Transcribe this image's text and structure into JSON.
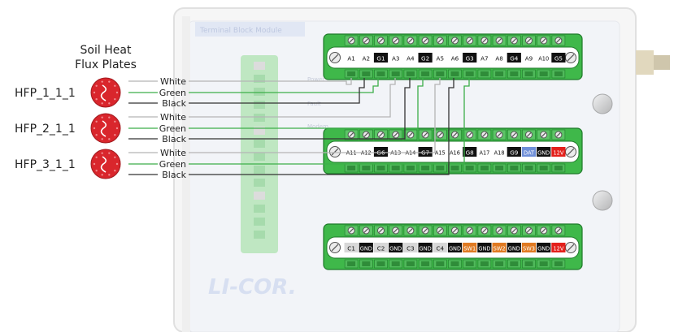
{
  "enclosure": {
    "header_text": "Terminal Block Module",
    "led_labels": [
      "Power",
      "Fault",
      "Modem"
    ],
    "brand": "LI-COR."
  },
  "sensors": {
    "title_line1": "Soil Heat",
    "title_line2": "Flux Plates",
    "plates": [
      {
        "name": "HFP_1_1_1",
        "wires": [
          "White",
          "Green",
          "Black"
        ]
      },
      {
        "name": "HFP_2_1_1",
        "wires": [
          "White",
          "Green",
          "Black"
        ]
      },
      {
        "name": "HFP_3_1_1",
        "wires": [
          "White",
          "Green",
          "Black"
        ]
      }
    ]
  },
  "terminals": {
    "block1": [
      {
        "label": "A1",
        "style": "white"
      },
      {
        "label": "A2",
        "style": "white"
      },
      {
        "label": "G1",
        "style": "black"
      },
      {
        "label": "A3",
        "style": "white"
      },
      {
        "label": "A4",
        "style": "white"
      },
      {
        "label": "G2",
        "style": "black"
      },
      {
        "label": "A5",
        "style": "white"
      },
      {
        "label": "A6",
        "style": "white"
      },
      {
        "label": "G3",
        "style": "black"
      },
      {
        "label": "A7",
        "style": "white"
      },
      {
        "label": "A8",
        "style": "white"
      },
      {
        "label": "G4",
        "style": "black"
      },
      {
        "label": "A9",
        "style": "white"
      },
      {
        "label": "A10",
        "style": "white"
      },
      {
        "label": "G5",
        "style": "black"
      }
    ],
    "block2": [
      {
        "label": "A11",
        "style": "white"
      },
      {
        "label": "A12",
        "style": "white"
      },
      {
        "label": "G6",
        "style": "black"
      },
      {
        "label": "A13",
        "style": "white"
      },
      {
        "label": "A14",
        "style": "white"
      },
      {
        "label": "G7",
        "style": "black"
      },
      {
        "label": "A15",
        "style": "white"
      },
      {
        "label": "A16",
        "style": "white"
      },
      {
        "label": "G8",
        "style": "black"
      },
      {
        "label": "A17",
        "style": "white"
      },
      {
        "label": "A18",
        "style": "white"
      },
      {
        "label": "G9",
        "style": "black"
      },
      {
        "label": "DAT",
        "style": "blue"
      },
      {
        "label": "GND",
        "style": "black"
      },
      {
        "label": "12V",
        "style": "red"
      }
    ],
    "block3": [
      {
        "label": "C1",
        "style": "gray"
      },
      {
        "label": "GND",
        "style": "black"
      },
      {
        "label": "C2",
        "style": "gray"
      },
      {
        "label": "GND",
        "style": "black"
      },
      {
        "label": "C3",
        "style": "gray"
      },
      {
        "label": "GND",
        "style": "black"
      },
      {
        "label": "C4",
        "style": "gray"
      },
      {
        "label": "GND",
        "style": "black"
      },
      {
        "label": "SW1",
        "style": "orange"
      },
      {
        "label": "GND",
        "style": "black"
      },
      {
        "label": "SW2",
        "style": "orange"
      },
      {
        "label": "GND",
        "style": "black"
      },
      {
        "label": "SW3",
        "style": "orange"
      },
      {
        "label": "GND",
        "style": "black"
      },
      {
        "label": "12V",
        "style": "red"
      }
    ]
  },
  "colors": {
    "terminal_green": "#3fb84a",
    "terminal_green_dark": "#1f7a2a",
    "wire_white": "#b5b5b5",
    "wire_green": "#3cae49",
    "wire_black": "#333333",
    "plate_red": "#d9262c",
    "label_blue": "#6f8fd8",
    "label_orange": "#e07a22",
    "label_red": "#e3201b"
  }
}
